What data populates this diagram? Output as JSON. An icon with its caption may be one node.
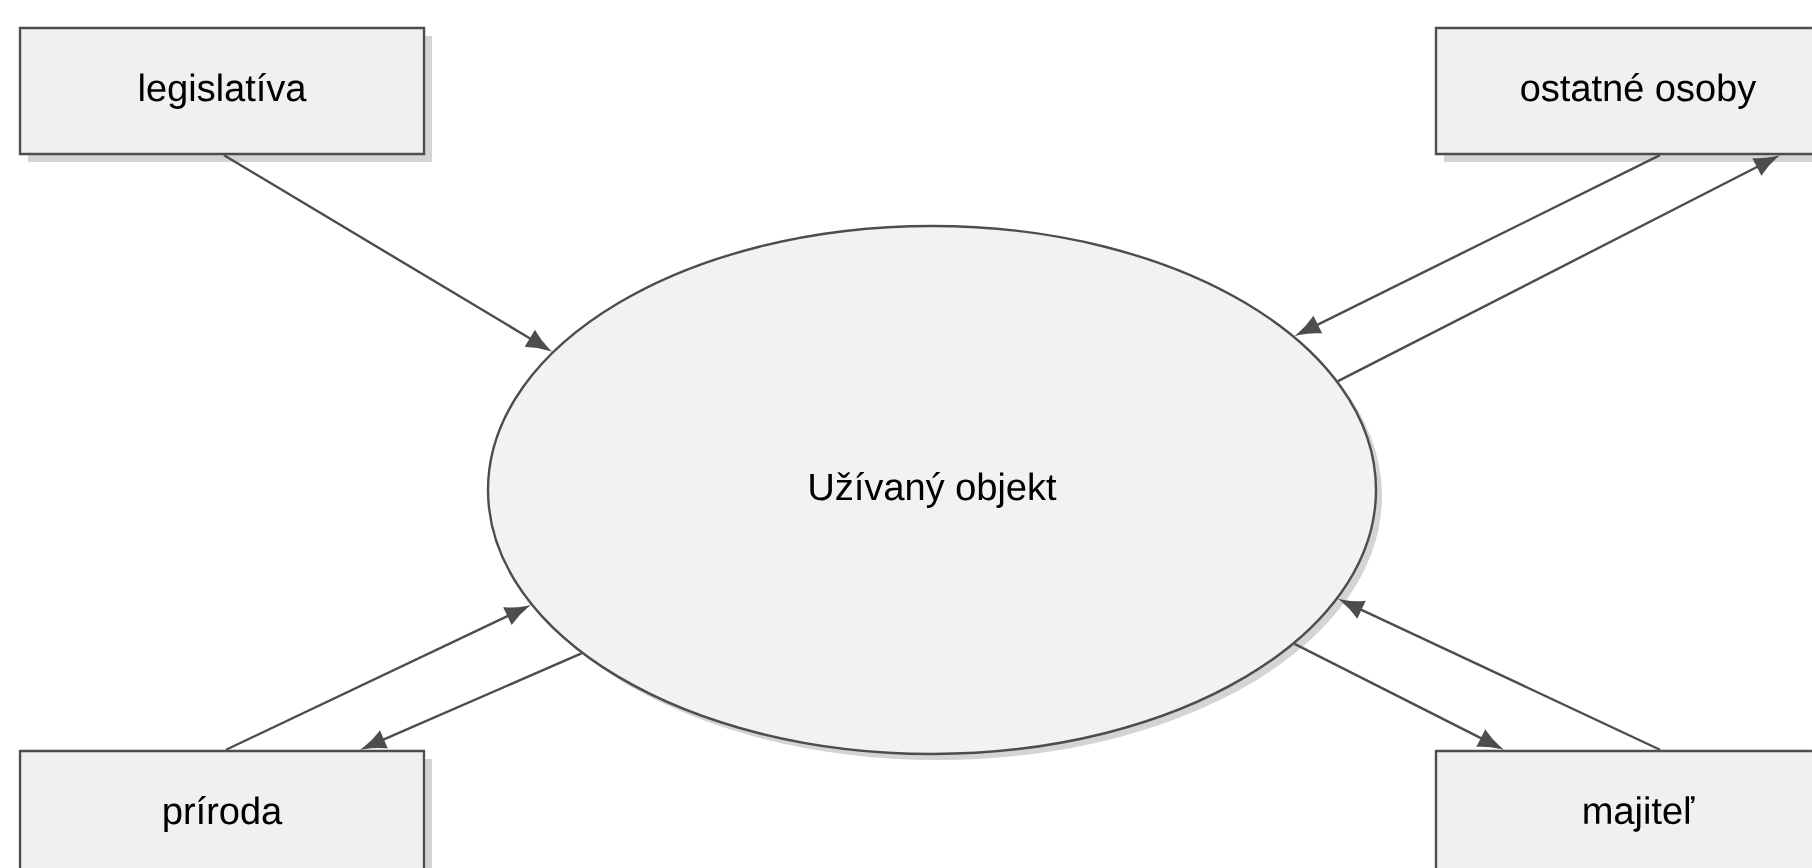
{
  "diagram": {
    "nodes": [
      {
        "text": [
          "legislatíva"
        ]
      },
      {
        "text": [
          "ostatné osoby"
        ]
      },
      {
        "text": [
          "Užívaný objekt"
        ]
      },
      {
        "text": [
          "príroda"
        ]
      },
      {
        "text": [
          "majiteľ"
        ]
      }
    ],
    "edges": [
      {
        "from": 0,
        "to": 2,
        "arrow": "to"
      },
      {
        "from": 2,
        "to": 1,
        "arrow": "to"
      },
      {
        "from": 1,
        "to": 2,
        "arrow": "to"
      },
      {
        "from": 3,
        "to": 2,
        "arrow": "to"
      },
      {
        "from": 2,
        "to": 3,
        "arrow": "to"
      },
      {
        "from": 2,
        "to": 4,
        "arrow": "to"
      },
      {
        "from": 4,
        "to": 2,
        "arrow": "to"
      }
    ]
  }
}
